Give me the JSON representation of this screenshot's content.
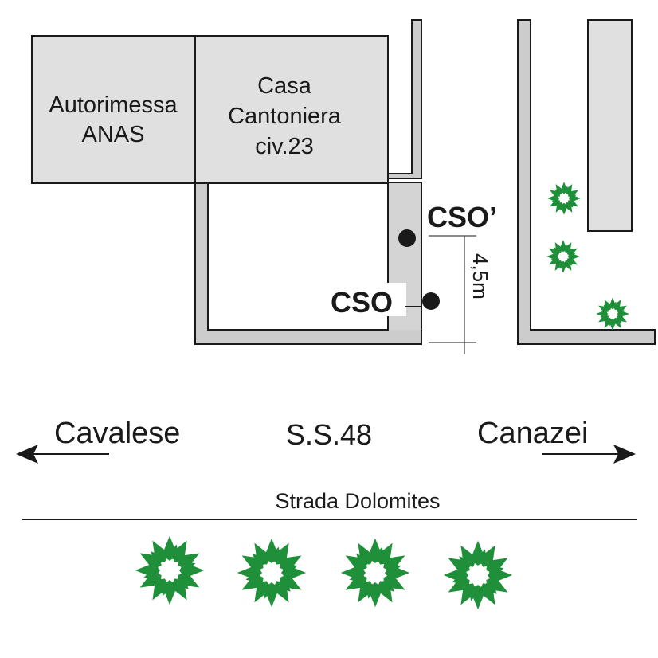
{
  "buildings": {
    "garage": {
      "line1": "Autorimessa",
      "line2": "ANAS"
    },
    "house": {
      "line1": "Casa",
      "line2": "Cantoniera",
      "line3": "civ.23"
    }
  },
  "points": {
    "cso_prime": "CSO’",
    "cso": "CSO"
  },
  "dimension": {
    "label": "4,5m"
  },
  "road": {
    "west": "Cavalese",
    "name": "S.S.48",
    "east": "Canazei",
    "street": "Strada Dolomites"
  },
  "colors": {
    "building_fill": "#e0e0e0",
    "wall_fill": "#cccccc",
    "line": "#1a1a1a",
    "tree": "#1f8f3a"
  }
}
